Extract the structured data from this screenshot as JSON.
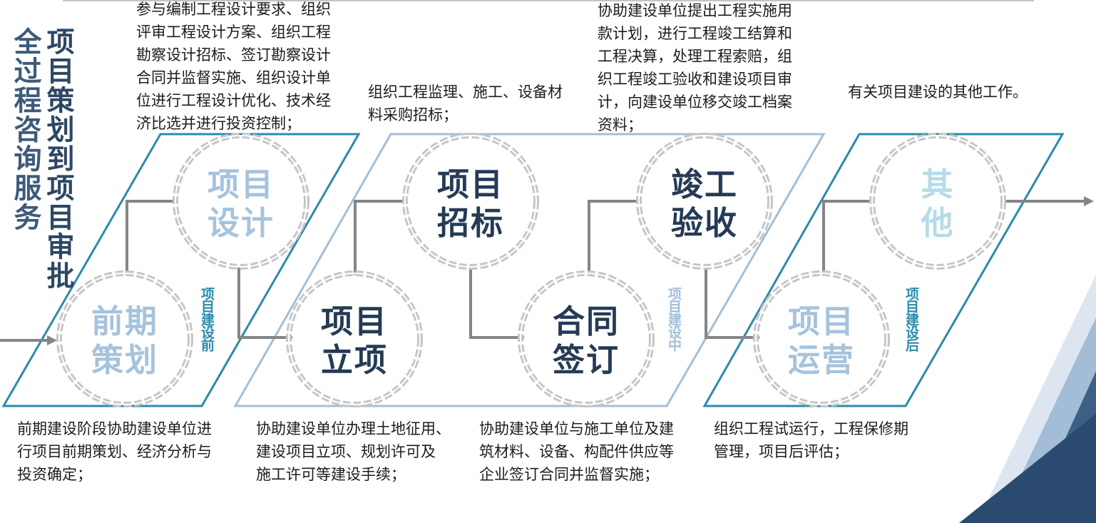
{
  "title": {
    "line1": "全过程咨询服务",
    "line2": "项目策划到项目审批"
  },
  "nodes": {
    "qianqi": {
      "line1": "前期",
      "line2": "策划"
    },
    "sheji": {
      "line1": "项目",
      "line2": "设计"
    },
    "lixiang": {
      "line1": "项目",
      "line2": "立项"
    },
    "zhaobiao": {
      "line1": "项目",
      "line2": "招标"
    },
    "qianding": {
      "line1": "合同",
      "line2": "签订"
    },
    "jungong": {
      "line1": "竣工",
      "line2": "验收"
    },
    "yunying": {
      "line1": "项目",
      "line2": "运营"
    },
    "qita": {
      "line1": "其",
      "line2": "他"
    }
  },
  "stages": {
    "before": "项目建设前",
    "during": "项目建设中",
    "after": "项目建设后"
  },
  "descriptions": {
    "sheji": [
      "参与编制工程设计要求、组织",
      "评审工程设计方案、组织工程",
      "勘察设计招标、签订勘察设计",
      "合同并监督实施、组织设计单",
      "位进行工程设计优化、技术经",
      "济比选并进行投资控制；"
    ],
    "zhaobiao": [
      "组织工程监理、施工、设备材",
      "料采购招标；"
    ],
    "jungong": [
      "协助建设单位提出工程实施用",
      "款计划，进行工程竣工结算和",
      "工程决算，处理工程索赔，组",
      "织工程竣工验收和建设项目审",
      "计，向建设单位移交竣工档案",
      "资料；"
    ],
    "qita": [
      "有关项目建设的其他工作。"
    ],
    "qianqi": [
      "前期建设阶段协助建设单位进",
      "行项目前期策划、经济分析与",
      "投资确定；"
    ],
    "lixiang": [
      "协助建设单位办理土地征用、",
      "建设项目立项、规划许可及",
      "施工许可等建设手续；"
    ],
    "qianding": [
      "协助建设单位与施工单位及建",
      "筑材料、设备、构配件供应等",
      "企业签订合同并监督实施；"
    ],
    "yunying": [
      "组织工程试运行，工程保修期",
      "管理，项目后评估；"
    ]
  },
  "colors": {
    "teal": "#2b8bab",
    "pale_blue": "#a3bfd7",
    "connector": "#858585",
    "ring": "#c8c8c8",
    "navy": "#2d4763"
  }
}
